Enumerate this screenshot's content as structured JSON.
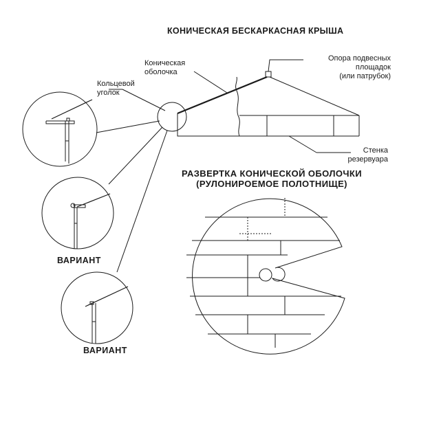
{
  "title_top": "КОНИЧЕСКАЯ БЕСКАРКАСНАЯ КРЫША",
  "labels": {
    "conical_shell_1": "Коническая",
    "conical_shell_2": "оболочка",
    "ring_angle_1": "Кольцевой",
    "ring_angle_2": "уголок",
    "support_1": "Опора подвесных",
    "support_2": "площадок",
    "support_3": "(или патрубок)",
    "wall_1": "Стенка",
    "wall_2": "резервуара"
  },
  "title_development_1": "РАЗВЕРТКА КОНИЧЕСКОЙ ОБОЛОЧКИ",
  "title_development_2": "(РУЛОНИРОЕМОЕ ПОЛОТНИЩЕ)",
  "variant_label": "ВАРИАНТ",
  "colors": {
    "line": "#1a1a1a",
    "background": "#ffffff"
  }
}
